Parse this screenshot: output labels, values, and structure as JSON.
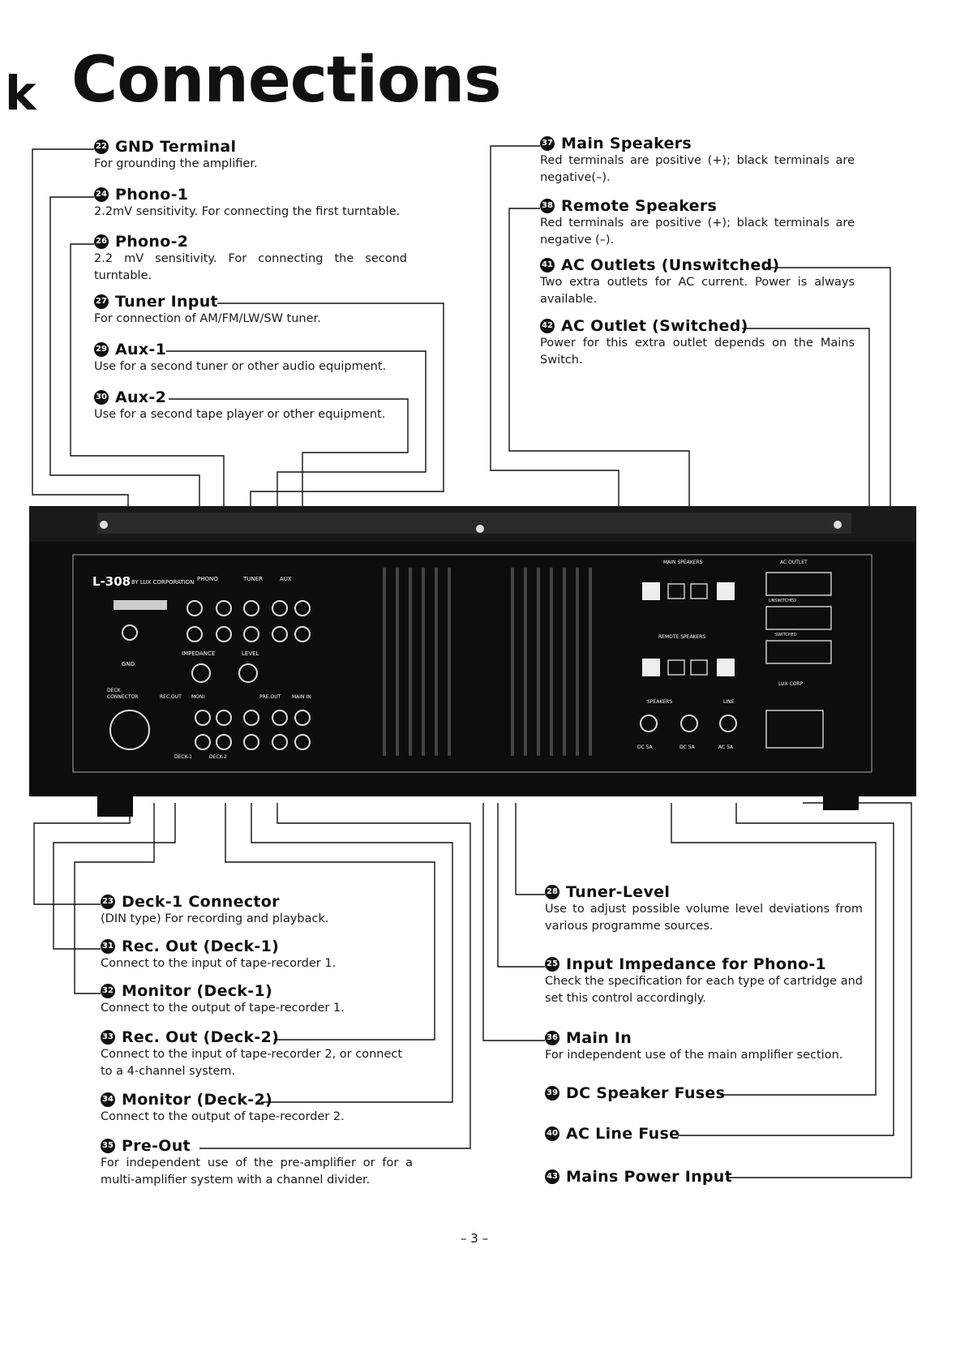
{
  "title": "Connections",
  "title_fragment": "k",
  "page_number": "– 3 –",
  "left_items": [
    {
      "num": "22",
      "label": "GND Terminal",
      "desc": "For grounding the amplifier."
    },
    {
      "num": "24",
      "label": "Phono-1",
      "desc": "2.2mV sensitivity. For connecting the first turntable."
    },
    {
      "num": "26",
      "label": "Phono-2",
      "desc": "2.2 mV sensitivity. For connecting the second turntable."
    },
    {
      "num": "27",
      "label": "Tuner Input",
      "desc": "For connection of AM/FM/LW/SW tuner."
    },
    {
      "num": "29",
      "label": "Aux-1",
      "desc": "Use for a second tuner or other audio equipment."
    },
    {
      "num": "30",
      "label": "Aux-2",
      "desc": "Use for a second tape player or other equipment."
    }
  ],
  "right_items": [
    {
      "num": "37",
      "label": "Main Speakers",
      "desc": "Red terminals are positive (+); black terminals are negative(–)."
    },
    {
      "num": "38",
      "label": "Remote Speakers",
      "desc": "Red terminals are positive (+); black terminals are negative (–)."
    },
    {
      "num": "41",
      "label": "AC Outlets (Unswitched)",
      "desc": "Two extra outlets for AC current. Power is always available."
    },
    {
      "num": "42",
      "label": "AC Outlet (Switched)",
      "desc": "Power for this extra outlet depends on the Mains Switch."
    }
  ],
  "bottom_left_items": [
    {
      "num": "23",
      "label": "Deck-1 Connector",
      "desc": "(DIN type) For recording and playback."
    },
    {
      "num": "31",
      "label": "Rec. Out (Deck-1)",
      "desc": "Connect to the input of tape-recorder 1."
    },
    {
      "num": "32",
      "label": "Monitor (Deck-1)",
      "desc": "Connect to the output of tape-recorder 1."
    },
    {
      "num": "33",
      "label": "Rec. Out (Deck-2)",
      "desc": "Connect to the input of tape-recorder 2, or connect to a 4-channel system."
    },
    {
      "num": "34",
      "label": "Monitor (Deck-2)",
      "desc": "Connect to the output of tape-recorder 2."
    },
    {
      "num": "35",
      "label": "Pre-Out",
      "desc": "For independent use of the pre-amplifier or for a multi-amplifier system with a channel divider."
    }
  ],
  "bottom_right_items": [
    {
      "num": "28",
      "label": "Tuner-Level",
      "desc": "Use to adjust possible volume level deviations from various programme sources."
    },
    {
      "num": "25",
      "label": "Input Impedance for Phono-1",
      "desc": "Check the specification for each type of cartridge and set this control accordingly."
    },
    {
      "num": "36",
      "label": "Main In",
      "desc": "For independent use of the main amplifier section."
    },
    {
      "num": "39",
      "label": "DC Speaker Fuses",
      "desc": ""
    },
    {
      "num": "40",
      "label": "AC Line Fuse",
      "desc": ""
    },
    {
      "num": "43",
      "label": "Mains Power Input",
      "desc": ""
    }
  ],
  "panel": {
    "model": "L-308",
    "brand_line": "BY LUX CORPORATION",
    "label_phono": "PHONO",
    "label_tuner": "TUNER",
    "label_aux": "AUX",
    "label_impedance": "IMPEDANCE",
    "label_level": "LEVEL",
    "label_gnd": "GND",
    "label_deck_connector": "DECK CONNECTOR",
    "label_recout": "REC.OUT",
    "label_moni": "MONI",
    "label_preout": "PRE.OUT",
    "label_mainin": "MAIN IN",
    "label_deck1": "DECK-1",
    "label_deck2": "DECK-2",
    "label_main_speakers": "MAIN SPEAKERS",
    "label_remote_speakers": "REMOTE SPEAKERS",
    "label_ac_outlet": "AC OUTLET",
    "label_unswitched": "UNSWITCHED",
    "label_switched": "SWITCHED",
    "label_speakers": "SPEAKERS",
    "label_line": "LINE",
    "label_dc5a": "DC 5A",
    "label_ac5a": "AC 5A",
    "label_lux_corp": "LUX CORP"
  }
}
